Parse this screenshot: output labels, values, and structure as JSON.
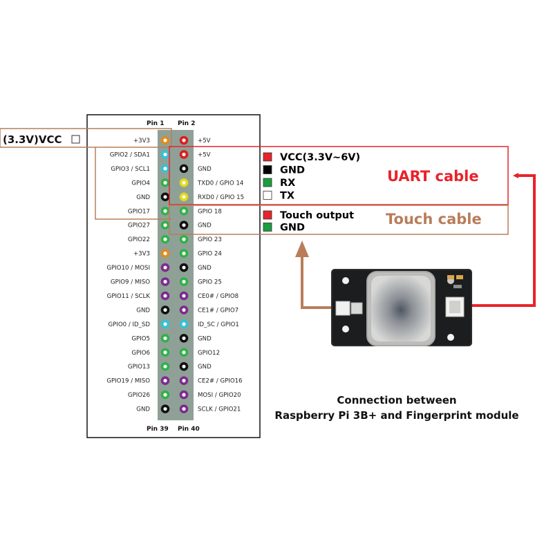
{
  "header": {
    "pin1_label": "Pin 1",
    "pin2_label": "Pin 2",
    "pin39_label": "Pin 39",
    "pin40_label": "Pin 40"
  },
  "vcc_callout": {
    "label": "(3.3V)VCC"
  },
  "gpio_rows": [
    {
      "left": "+3V3",
      "right": "+5V",
      "left_color": "#e38a1b",
      "right_color": "#d81f1f"
    },
    {
      "left": "GPIO2 / SDA1",
      "right": "+5V",
      "left_color": "#35c1d6",
      "right_color": "#d81f1f"
    },
    {
      "left": "GPIO3 / SCL1",
      "right": "GND",
      "left_color": "#35c1d6",
      "right_color": "#111111"
    },
    {
      "left": "GPIO4",
      "right": "TXD0 / GPIO 14",
      "left_color": "#31b14a",
      "right_color": "#e3d91c"
    },
    {
      "left": "GND",
      "right": "RXD0 / GPIO 15",
      "left_color": "#111111",
      "right_color": "#e3d91c"
    },
    {
      "left": "GPIO17",
      "right": "GPIO 18",
      "left_color": "#31b14a",
      "right_color": "#31b14a"
    },
    {
      "left": "GPIO27",
      "right": "GND",
      "left_color": "#31b14a",
      "right_color": "#111111"
    },
    {
      "left": "GPIO22",
      "right": "GPIO 23",
      "left_color": "#31b14a",
      "right_color": "#31b14a"
    },
    {
      "left": "+3V3",
      "right": "GPIO 24",
      "left_color": "#e38a1b",
      "right_color": "#31b14a"
    },
    {
      "left": "GPIO10 / MOSI",
      "right": "GND",
      "left_color": "#7d2b8f",
      "right_color": "#111111"
    },
    {
      "left": "GPIO9 / MISO",
      "right": "GPIO 25",
      "left_color": "#7d2b8f",
      "right_color": "#31b14a"
    },
    {
      "left": "GPIO11 / SCLK",
      "right": "CE0# / GPIO8",
      "left_color": "#7d2b8f",
      "right_color": "#7d2b8f"
    },
    {
      "left": "GND",
      "right": "CE1# / GPIO7",
      "left_color": "#111111",
      "right_color": "#7d2b8f"
    },
    {
      "left": "GPIO0 / ID_SD",
      "right": "ID_SC / GPIO1",
      "left_color": "#35c1d6",
      "right_color": "#35c1d6"
    },
    {
      "left": "GPIO5",
      "right": "GND",
      "left_color": "#31b14a",
      "right_color": "#111111"
    },
    {
      "left": "GPIO6",
      "right": "GPIO12",
      "left_color": "#31b14a",
      "right_color": "#31b14a"
    },
    {
      "left": "GPIO13",
      "right": "GND",
      "left_color": "#31b14a",
      "right_color": "#111111"
    },
    {
      "left": "GPIO19 / MISO",
      "right": "CE2# / GPIO16",
      "left_color": "#7d2b8f",
      "right_color": "#7d2b8f"
    },
    {
      "left": "GPIO26",
      "right": "MOSI / GPIO20",
      "left_color": "#31b14a",
      "right_color": "#7d2b8f"
    },
    {
      "left": "GND",
      "right": "SCLK / GPIO21",
      "left_color": "#111111",
      "right_color": "#7d2b8f"
    }
  ],
  "uart": {
    "title": "UART cable",
    "items": [
      {
        "label": "VCC(3.3V~6V)",
        "color": "#e8232b"
      },
      {
        "label": "GND",
        "color": "#000000"
      },
      {
        "label": "RX",
        "color": "#1a9e3f"
      },
      {
        "label": "TX",
        "color": "#ffffff"
      }
    ]
  },
  "touch": {
    "title": "Touch cable",
    "items": [
      {
        "label": "Touch output",
        "color": "#e8232b"
      },
      {
        "label": "GND",
        "color": "#1a9e3f"
      }
    ]
  },
  "caption": {
    "line1": "Connection between",
    "line2": "Raspberry Pi 3B+ and Fingerprint module"
  },
  "colors": {
    "uart_accent": "#e8232b",
    "touch_accent": "#b97d5a",
    "header_strip": "#8fa197"
  }
}
